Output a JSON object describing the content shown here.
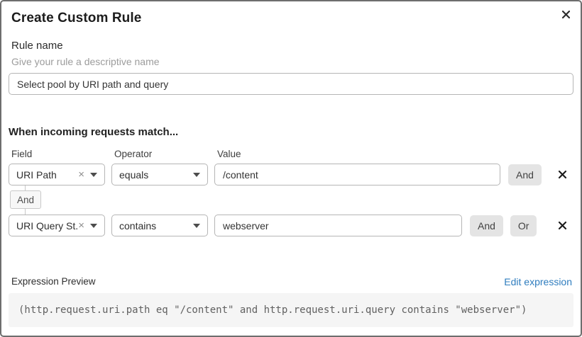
{
  "dialog": {
    "title": "Create Custom Rule"
  },
  "rule_name": {
    "label": "Rule name",
    "helper": "Give your rule a descriptive name",
    "value": "Select pool by URI path and query"
  },
  "match": {
    "heading": "When incoming requests match...",
    "columns": {
      "field": "Field",
      "operator": "Operator",
      "value": "Value"
    },
    "rows": [
      {
        "field": "URI Path",
        "operator": "equals",
        "value": "/content",
        "buttons": [
          "And"
        ]
      },
      {
        "field": "URI Query St...",
        "operator": "contains",
        "value": "webserver",
        "buttons": [
          "And",
          "Or"
        ]
      }
    ],
    "connector": "And"
  },
  "expression": {
    "label": "Expression Preview",
    "edit_link": "Edit expression",
    "code": "(http.request.uri.path eq \"/content\" and http.request.uri.query contains \"webserver\")"
  },
  "icons": {
    "clear": "×"
  },
  "colors": {
    "link_blue": "#2e7cbe",
    "chip_bg": "#e4e4e4",
    "code_bg": "#f5f5f5"
  }
}
